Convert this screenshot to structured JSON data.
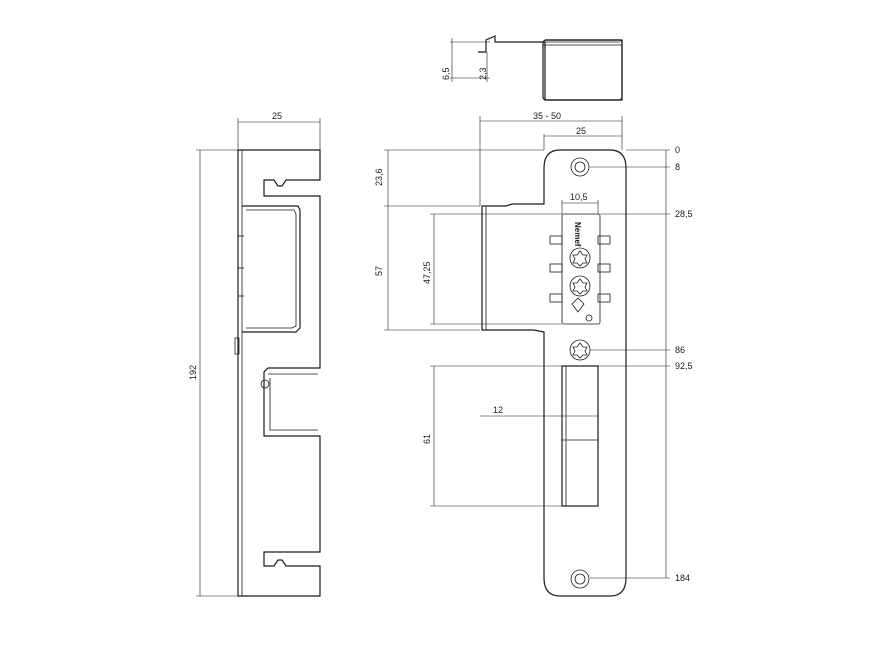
{
  "dimensions": {
    "side_width": "25",
    "side_height": "192",
    "top_offset_outer": "6,5",
    "top_offset_inner": "2,3",
    "overall_width": "35 - 50",
    "plate_width": "25",
    "upper_offset": "23,6",
    "mid_height": "57",
    "mid_inner": "47,25",
    "screw_spacing": "10,5",
    "opening_width": "12",
    "lower_height": "61"
  },
  "datum_marks": [
    "0",
    "8",
    "28,5",
    "86",
    "92,5",
    "184"
  ],
  "brand_text": "Nemef",
  "icons": {
    "screw_head": "torx-screw-icon",
    "mounting_hole": "mounting-hole-icon",
    "logo_mark": "ce-mark-icon"
  }
}
